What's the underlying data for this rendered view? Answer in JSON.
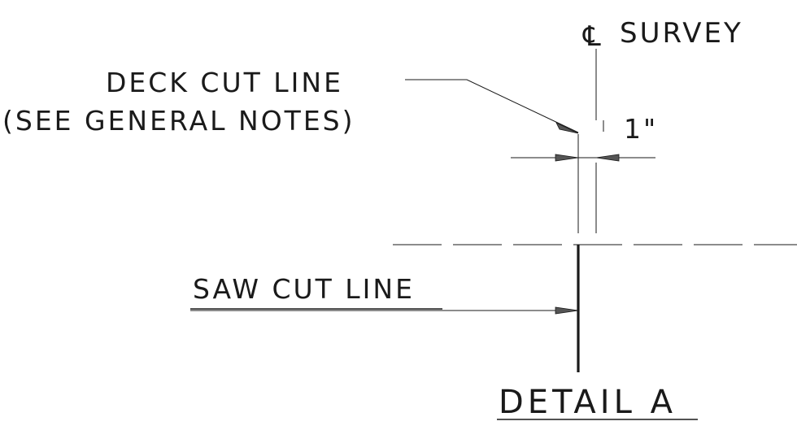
{
  "labels": {
    "centerline_symbol": "℄",
    "centerline_label": "SURVEY",
    "deck_cut_line": "DECK CUT LINE",
    "deck_cut_note": "(SEE GENERAL NOTES)",
    "dimension": "1\"",
    "saw_cut_line": "SAW CUT LINE",
    "detail_title": "DETAIL A"
  },
  "colors": {
    "ink": "#1a1a1a",
    "arrow_fill": "#555555",
    "background": "#ffffff"
  }
}
